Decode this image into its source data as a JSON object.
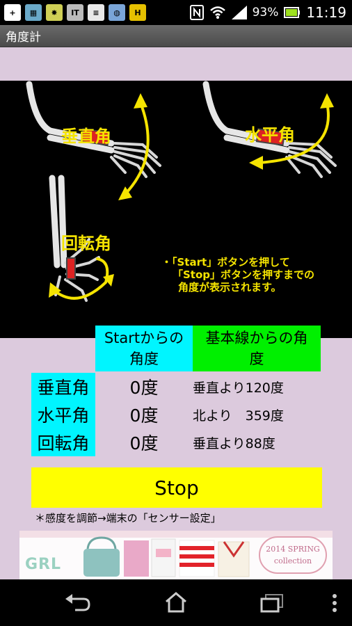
{
  "status_bar": {
    "left_icons": [
      {
        "name": "plus-notification-icon",
        "text": "+"
      },
      {
        "name": "app-notification-icon",
        "text": "▦"
      },
      {
        "name": "settings-notification-icon",
        "text": "✸"
      },
      {
        "name": "it-notification-icon",
        "text": "IT"
      },
      {
        "name": "news-notification-icon",
        "text": "≡"
      },
      {
        "name": "globe-notification-icon",
        "text": "◍"
      },
      {
        "name": "h-notification-icon",
        "text": "H"
      }
    ],
    "battery_text": "93%",
    "clock": "11:19"
  },
  "app": {
    "title": "角度計"
  },
  "illustration": {
    "label_vertical": "垂直角",
    "label_horizontal": "水平角",
    "label_rotation": "回転角",
    "note_line1": "・「Start」ボタンを押して",
    "note_line2": "「Stop」ボタンを押すまでの",
    "note_line3": "角度が表示されます。"
  },
  "table": {
    "header_start": "Startからの角度",
    "header_base": "基本線からの角度",
    "rows": [
      {
        "label": "垂直角",
        "value": "0度",
        "base": "垂直より120度"
      },
      {
        "label": "水平角",
        "value": "0度",
        "base": "北より　359度"
      },
      {
        "label": "回転角",
        "value": "0度",
        "base": "垂直より88度"
      }
    ]
  },
  "stop_button": {
    "label": "Stop"
  },
  "hint": "＊感度を調節→端末の「センサー設定」",
  "ad": {
    "logo": "GRL",
    "spring_line1": "2014 SPRING",
    "spring_line2": "collection"
  },
  "colors": {
    "background": "#dccadd",
    "cyan": "#00f5ff",
    "green": "#00f000",
    "yellow": "#ffff00",
    "illustration_text": "#f5e400"
  }
}
